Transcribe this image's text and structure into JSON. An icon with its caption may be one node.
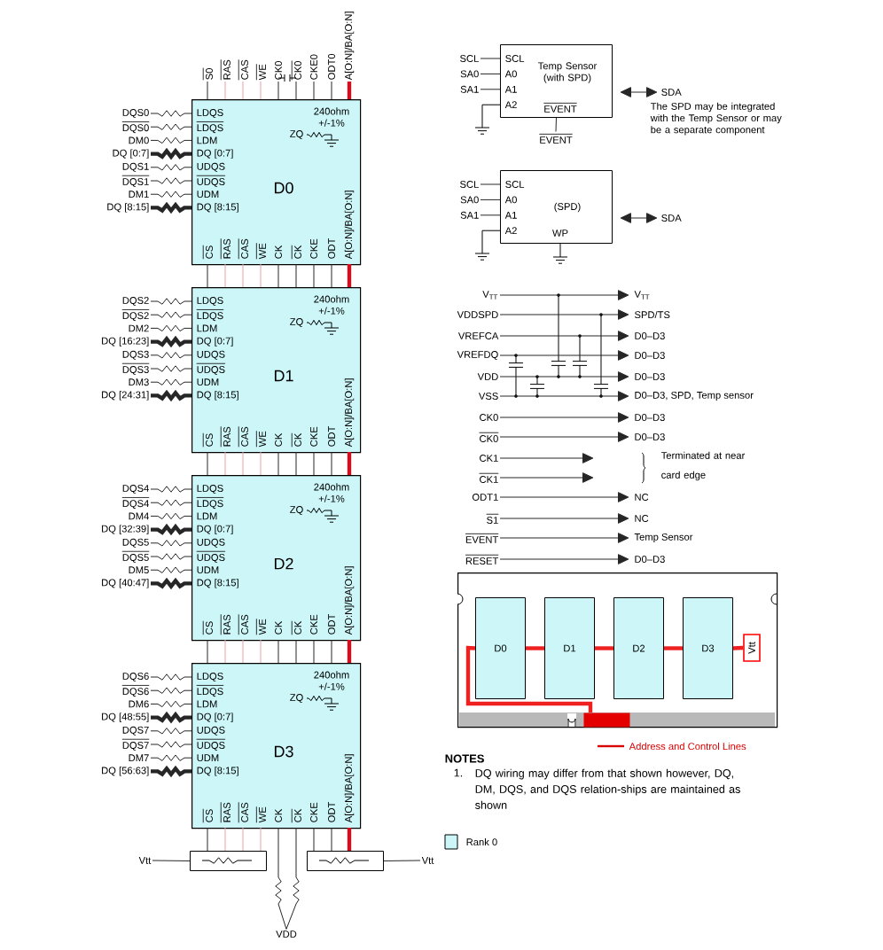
{
  "diagram": {
    "nodes": [
      {
        "text": [
          "D0",
          "240ohm +/-1%",
          "ZQ",
          "LDQS",
          "LDQS",
          "LDM",
          "DQ [0:7]",
          "UDQS",
          "UDQS",
          "UDM",
          "DQ [8:15]",
          "CS",
          "RAS",
          "CAS",
          "WE",
          "CK",
          "CK",
          "CKE",
          "ODT",
          "A[O:N]/BA[O:N]"
        ]
      },
      {
        "text": [
          "D1",
          "240ohm +/-1%",
          "ZQ",
          "LDQS",
          "LDQS",
          "LDM",
          "DQ [0:7]",
          "UDQS",
          "UDQS",
          "UDM",
          "DQ [8:15]",
          "CS",
          "RAS",
          "CAS",
          "WE",
          "CK",
          "CK",
          "CKE",
          "ODT",
          "A[O:N]/BA[O:N]"
        ]
      },
      {
        "text": [
          "D2",
          "240ohm +/-1%",
          "ZQ",
          "LDQS",
          "LDQS",
          "LDM",
          "DQ [0:7]",
          "UDQS",
          "UDQS",
          "UDM",
          "DQ [8:15]",
          "CS",
          "RAS",
          "CAS",
          "WE",
          "CK",
          "CK",
          "CKE",
          "ODT",
          "A[O:N]/BA[O:N]"
        ]
      },
      {
        "text": [
          "D3",
          "240ohm +/-1%",
          "ZQ",
          "LDQS",
          "LDQS",
          "LDM",
          "DQ [0:7]",
          "UDQS",
          "UDQS",
          "UDM",
          "DQ [8:15]",
          "CS",
          "RAS",
          "CAS",
          "WE",
          "CK",
          "CK",
          "CKE",
          "ODT",
          "A[O:N]/BA[O:N]"
        ]
      },
      {
        "text": [
          "DQS0"
        ]
      },
      {
        "text": [
          "DQS0"
        ]
      },
      {
        "text": [
          "DM0"
        ]
      },
      {
        "text": [
          "DQ [0:7]"
        ]
      },
      {
        "text": [
          "DQS1"
        ]
      },
      {
        "text": [
          "DQS1"
        ]
      },
      {
        "text": [
          "DM1"
        ]
      },
      {
        "text": [
          "DQ [8:15]"
        ]
      },
      {
        "text": [
          "DQS2"
        ]
      },
      {
        "text": [
          "DQS2"
        ]
      },
      {
        "text": [
          "DM2"
        ]
      },
      {
        "text": [
          "DQ [16:23]"
        ]
      },
      {
        "text": [
          "DQS3"
        ]
      },
      {
        "text": [
          "DQS3"
        ]
      },
      {
        "text": [
          "DM3"
        ]
      },
      {
        "text": [
          "DQ [24:31]"
        ]
      },
      {
        "text": [
          "DQS4"
        ]
      },
      {
        "text": [
          "DQS4"
        ]
      },
      {
        "text": [
          "DM4"
        ]
      },
      {
        "text": [
          "DQ [32:39]"
        ]
      },
      {
        "text": [
          "DQS5"
        ]
      },
      {
        "text": [
          "DQS5"
        ]
      },
      {
        "text": [
          "DM5"
        ]
      },
      {
        "text": [
          "DQ [40:47]"
        ]
      },
      {
        "text": [
          "DQS6"
        ]
      },
      {
        "text": [
          "DQS6"
        ]
      },
      {
        "text": [
          "DM6"
        ]
      },
      {
        "text": [
          "DQ [48:55]"
        ]
      },
      {
        "text": [
          "DQS7"
        ]
      },
      {
        "text": [
          "DQS7"
        ]
      },
      {
        "text": [
          "DM7"
        ]
      },
      {
        "text": [
          "DQ [56:63]"
        ]
      },
      {
        "text": [
          "S0"
        ]
      },
      {
        "text": [
          "RAS"
        ]
      },
      {
        "text": [
          "CAS"
        ]
      },
      {
        "text": [
          "WE"
        ]
      },
      {
        "text": [
          "CK0"
        ]
      },
      {
        "text": [
          "CK0"
        ]
      },
      {
        "text": [
          "CKE0"
        ]
      },
      {
        "text": [
          "ODT0"
        ]
      },
      {
        "text": [
          "A[O:N]/BA[O:N]"
        ]
      },
      {
        "text": [],
        "shape": "box"
      },
      {
        "text": [],
        "shape": "box"
      },
      {
        "text": [
          "Vtt"
        ]
      },
      {
        "text": [
          "Vtt"
        ]
      },
      {
        "text": [
          "VDD"
        ]
      },
      {
        "text": [
          "SCL",
          "A0",
          "A1",
          "A2",
          "Temp Sensor (with SPD)",
          "EVENT"
        ]
      },
      {
        "text": [
          "SCL"
        ]
      },
      {
        "text": [
          "SA0"
        ]
      },
      {
        "text": [
          "SA1"
        ]
      },
      {
        "text": [
          "SDA"
        ]
      },
      {
        "text": [
          "EVENT"
        ]
      },
      {
        "text": [
          "SCL",
          "A0",
          "A1",
          "A2",
          "(SPD)",
          "WP"
        ]
      },
      {
        "text": [
          "SCL"
        ]
      },
      {
        "text": [
          "SA0"
        ]
      },
      {
        "text": [
          "SA1"
        ]
      },
      {
        "text": [
          "SDA"
        ]
      },
      {
        "text": [
          "V$_{TT}$"
        ]
      },
      {
        "text": [
          "VDDSPD"
        ]
      },
      {
        "text": [
          "VREFCA"
        ]
      },
      {
        "text": [
          "VREFDQ"
        ]
      },
      {
        "text": [
          "VDD"
        ]
      },
      {
        "text": [
          "VSS"
        ]
      },
      {
        "text": [
          "CK0"
        ]
      },
      {
        "text": [
          "CK0"
        ]
      },
      {
        "text": [
          "CK1"
        ]
      },
      {
        "text": [
          "CK1"
        ]
      },
      {
        "text": [
          "ODT1"
        ]
      },
      {
        "text": [
          "S1"
        ]
      },
      {
        "text": [
          "EVENT"
        ]
      },
      {
        "text": [
          "RESET"
        ]
      },
      {
        "text": [
          "V$_{TT}$"
        ]
      },
      {
        "text": [
          "SPD/TS"
        ]
      },
      {
        "text": [
          "D0–D3"
        ]
      },
      {
        "text": [
          "D0–D3"
        ]
      },
      {
        "text": [
          "D0–D3"
        ]
      },
      {
        "text": [
          "D0–D3, SPD, Temp sensor"
        ]
      },
      {
        "text": [
          "D0–D3"
        ]
      },
      {
        "text": [
          "D0–D3"
        ]
      },
      {
        "text": [
          "NC"
        ]
      },
      {
        "text": [
          "NC"
        ]
      },
      {
        "text": [
          "Temp Sensor"
        ]
      },
      {
        "text": [
          "D0–D3"
        ]
      },
      {
        "text": [],
        "shape": "box"
      },
      {
        "text": [
          "D0"
        ],
        "in": 87
      },
      {
        "text": [
          "D1"
        ],
        "in": 87
      },
      {
        "text": [
          "D2"
        ],
        "in": 87
      },
      {
        "text": [
          "D3"
        ],
        "in": 87
      },
      {
        "text": [
          "Vtt"
        ],
        "in": 87
      },
      {
        "text": [],
        "shape": "bar",
        "in": 87
      }
    ],
    "edges": [
      {
        "from": 4,
        "to": 0,
        "arrow": "none"
      },
      {
        "from": 5,
        "to": 0,
        "arrow": "none"
      },
      {
        "from": 6,
        "to": 0,
        "arrow": "none"
      },
      {
        "from": 7,
        "to": 0,
        "arrow": "none",
        "style": "thick"
      },
      {
        "from": 8,
        "to": 0,
        "arrow": "none"
      },
      {
        "from": 9,
        "to": 0,
        "arrow": "none"
      },
      {
        "from": 10,
        "to": 0,
        "arrow": "none"
      },
      {
        "from": 11,
        "to": 0,
        "arrow": "none",
        "style": "thick"
      },
      {
        "from": 12,
        "to": 1,
        "arrow": "none"
      },
      {
        "from": 13,
        "to": 1,
        "arrow": "none"
      },
      {
        "from": 14,
        "to": 1,
        "arrow": "none"
      },
      {
        "from": 15,
        "to": 1,
        "arrow": "none",
        "style": "thick"
      },
      {
        "from": 16,
        "to": 1,
        "arrow": "none"
      },
      {
        "from": 17,
        "to": 1,
        "arrow": "none"
      },
      {
        "from": 18,
        "to": 1,
        "arrow": "none"
      },
      {
        "from": 19,
        "to": 1,
        "arrow": "none",
        "style": "thick"
      },
      {
        "from": 20,
        "to": 2,
        "arrow": "none"
      },
      {
        "from": 21,
        "to": 2,
        "arrow": "none"
      },
      {
        "from": 22,
        "to": 2,
        "arrow": "none"
      },
      {
        "from": 23,
        "to": 2,
        "arrow": "none",
        "style": "thick"
      },
      {
        "from": 24,
        "to": 2,
        "arrow": "none"
      },
      {
        "from": 25,
        "to": 2,
        "arrow": "none"
      },
      {
        "from": 26,
        "to": 2,
        "arrow": "none"
      },
      {
        "from": 27,
        "to": 2,
        "arrow": "none",
        "style": "thick"
      },
      {
        "from": 28,
        "to": 3,
        "arrow": "none"
      },
      {
        "from": 29,
        "to": 3,
        "arrow": "none"
      },
      {
        "from": 30,
        "to": 3,
        "arrow": "none"
      },
      {
        "from": 31,
        "to": 3,
        "arrow": "none",
        "style": "thick"
      },
      {
        "from": 32,
        "to": 3,
        "arrow": "none"
      },
      {
        "from": 33,
        "to": 3,
        "arrow": "none"
      },
      {
        "from": 34,
        "to": 3,
        "arrow": "none"
      },
      {
        "from": 35,
        "to": 3,
        "arrow": "none",
        "style": "thick"
      },
      {
        "from": 36,
        "to": 0,
        "arrow": "none"
      },
      {
        "from": 37,
        "to": 0,
        "arrow": "none",
        "color": "#e8a0a8"
      },
      {
        "from": 38,
        "to": 0,
        "arrow": "none",
        "color": "#e8a0a8"
      },
      {
        "from": 39,
        "to": 0,
        "arrow": "none",
        "color": "#e8a0a8"
      },
      {
        "from": 40,
        "to": 0,
        "arrow": "none"
      },
      {
        "from": 41,
        "to": 0,
        "arrow": "none"
      },
      {
        "from": 42,
        "to": 0,
        "arrow": "none"
      },
      {
        "from": 43,
        "to": 0,
        "arrow": "none"
      },
      {
        "from": 44,
        "to": 0,
        "arrow": "none",
        "style": "thick",
        "color": "#d01020"
      },
      {
        "from": 0,
        "to": 1,
        "arrow": "none"
      },
      {
        "from": 0,
        "to": 1,
        "arrow": "none",
        "color": "#e8a0a8"
      },
      {
        "from": 0,
        "to": 1,
        "arrow": "none",
        "color": "#e8a0a8"
      },
      {
        "from": 0,
        "to": 1,
        "arrow": "none",
        "color": "#e8a0a8"
      },
      {
        "from": 0,
        "to": 1,
        "arrow": "none"
      },
      {
        "from": 0,
        "to": 1,
        "arrow": "none"
      },
      {
        "from": 0,
        "to": 1,
        "arrow": "none"
      },
      {
        "from": 0,
        "to": 1,
        "arrow": "none"
      },
      {
        "from": 0,
        "to": 1,
        "arrow": "none",
        "style": "thick",
        "color": "#d01020"
      },
      {
        "from": 1,
        "to": 2,
        "arrow": "none"
      },
      {
        "from": 1,
        "to": 2,
        "arrow": "none",
        "color": "#e8a0a8"
      },
      {
        "from": 1,
        "to": 2,
        "arrow": "none",
        "color": "#e8a0a8"
      },
      {
        "from": 1,
        "to": 2,
        "arrow": "none",
        "color": "#e8a0a8"
      },
      {
        "from": 1,
        "to": 2,
        "arrow": "none"
      },
      {
        "from": 1,
        "to": 2,
        "arrow": "none"
      },
      {
        "from": 1,
        "to": 2,
        "arrow": "none"
      },
      {
        "from": 1,
        "to": 2,
        "arrow": "none"
      },
      {
        "from": 1,
        "to": 2,
        "arrow": "none",
        "style": "thick",
        "color": "#d01020"
      },
      {
        "from": 2,
        "to": 3,
        "arrow": "none"
      },
      {
        "from": 2,
        "to": 3,
        "arrow": "none",
        "color": "#e8a0a8"
      },
      {
        "from": 2,
        "to": 3,
        "arrow": "none",
        "color": "#e8a0a8"
      },
      {
        "from": 2,
        "to": 3,
        "arrow": "none",
        "color": "#e8a0a8"
      },
      {
        "from": 2,
        "to": 3,
        "arrow": "none"
      },
      {
        "from": 2,
        "to": 3,
        "arrow": "none"
      },
      {
        "from": 2,
        "to": 3,
        "arrow": "none"
      },
      {
        "from": 2,
        "to": 3,
        "arrow": "none"
      },
      {
        "from": 2,
        "to": 3,
        "arrow": "none",
        "style": "thick",
        "color": "#d01020"
      },
      {
        "from": 3,
        "to": 45,
        "arrow": "none"
      },
      {
        "from": 3,
        "to": 45,
        "arrow": "none",
        "color": "#e8a0a8"
      },
      {
        "from": 3,
        "to": 45,
        "arrow": "none",
        "color": "#e8a0a8"
      },
      {
        "from": 3,
        "to": 45,
        "arrow": "none",
        "color": "#e8a0a8"
      },
      {
        "from": 3,
        "to": 49,
        "arrow": "none"
      },
      {
        "from": 3,
        "to": 49,
        "arrow": "none"
      },
      {
        "from": 3,
        "to": 46,
        "arrow": "none"
      },
      {
        "from": 3,
        "to": 46,
        "arrow": "none"
      },
      {
        "from": 3,
        "to": 46,
        "arrow": "none",
        "style": "thick",
        "color": "#d01020"
      },
      {
        "from": 47,
        "to": 45,
        "arrow": "none"
      },
      {
        "from": 46,
        "to": 48,
        "arrow": "none"
      },
      {
        "from": 51,
        "to": 50,
        "arrow": "none"
      },
      {
        "from": 52,
        "to": 50,
        "arrow": "none"
      },
      {
        "from": 53,
        "to": 50,
        "arrow": "none"
      },
      {
        "from": 50,
        "to": 54,
        "arrow": "both"
      },
      {
        "from": 50,
        "to": 55,
        "arrow": "none"
      },
      {
        "from": 57,
        "to": 56,
        "arrow": "none"
      },
      {
        "from": 58,
        "to": 56,
        "arrow": "none"
      },
      {
        "from": 59,
        "to": 56,
        "arrow": "none"
      },
      {
        "from": 56,
        "to": 60,
        "arrow": "both"
      },
      {
        "from": 61,
        "to": 75,
        "arrow": "to"
      },
      {
        "from": 62,
        "to": 76,
        "arrow": "to"
      },
      {
        "from": 63,
        "to": 77,
        "arrow": "to"
      },
      {
        "from": 64,
        "to": 78,
        "arrow": "to"
      },
      {
        "from": 65,
        "to": 79,
        "arrow": "to"
      },
      {
        "from": 66,
        "to": 80,
        "arrow": "to"
      },
      {
        "from": 67,
        "to": 81,
        "arrow": "to"
      },
      {
        "from": 68,
        "to": 82,
        "arrow": "to"
      },
      {
        "from": 69,
        "to": null,
        "arrow": "to"
      },
      {
        "from": 70,
        "to": null,
        "arrow": "to"
      },
      {
        "from": 71,
        "to": 83,
        "arrow": "to"
      },
      {
        "from": 72,
        "to": 84,
        "arrow": "to"
      },
      {
        "from": 73,
        "to": 85,
        "arrow": "to"
      },
      {
        "from": 74,
        "to": 86,
        "arrow": "to"
      },
      {
        "from": 93,
        "to": 88,
        "arrow": "none",
        "style": "thick",
        "color": "#ee2020"
      },
      {
        "from": 88,
        "to": 89,
        "arrow": "none",
        "style": "thick",
        "color": "#ee2020"
      },
      {
        "from": 89,
        "to": 90,
        "arrow": "none",
        "style": "thick",
        "color": "#ee2020"
      },
      {
        "from": 90,
        "to": 91,
        "arrow": "none",
        "style": "thick",
        "color": "#ee2020"
      },
      {
        "from": 91,
        "to": 92,
        "arrow": "none",
        "style": "thick",
        "color": "#ee2020"
      }
    ],
    "labels": [
      "The SPD may be integrated with the Temp Sensor or may be a separate component",
      "Terminated at near card edge",
      "NOTES",
      "1.",
      "DQ wiring may differ from that shown however, DQ, DM, DQS, and DQS relation-ships are maintained as shown"
    ],
    "legend": [
      {
        "text": "Address and Control Lines"
      },
      {
        "text": "Rank 0",
        "color": "#ccf6f8"
      }
    ]
  }
}
